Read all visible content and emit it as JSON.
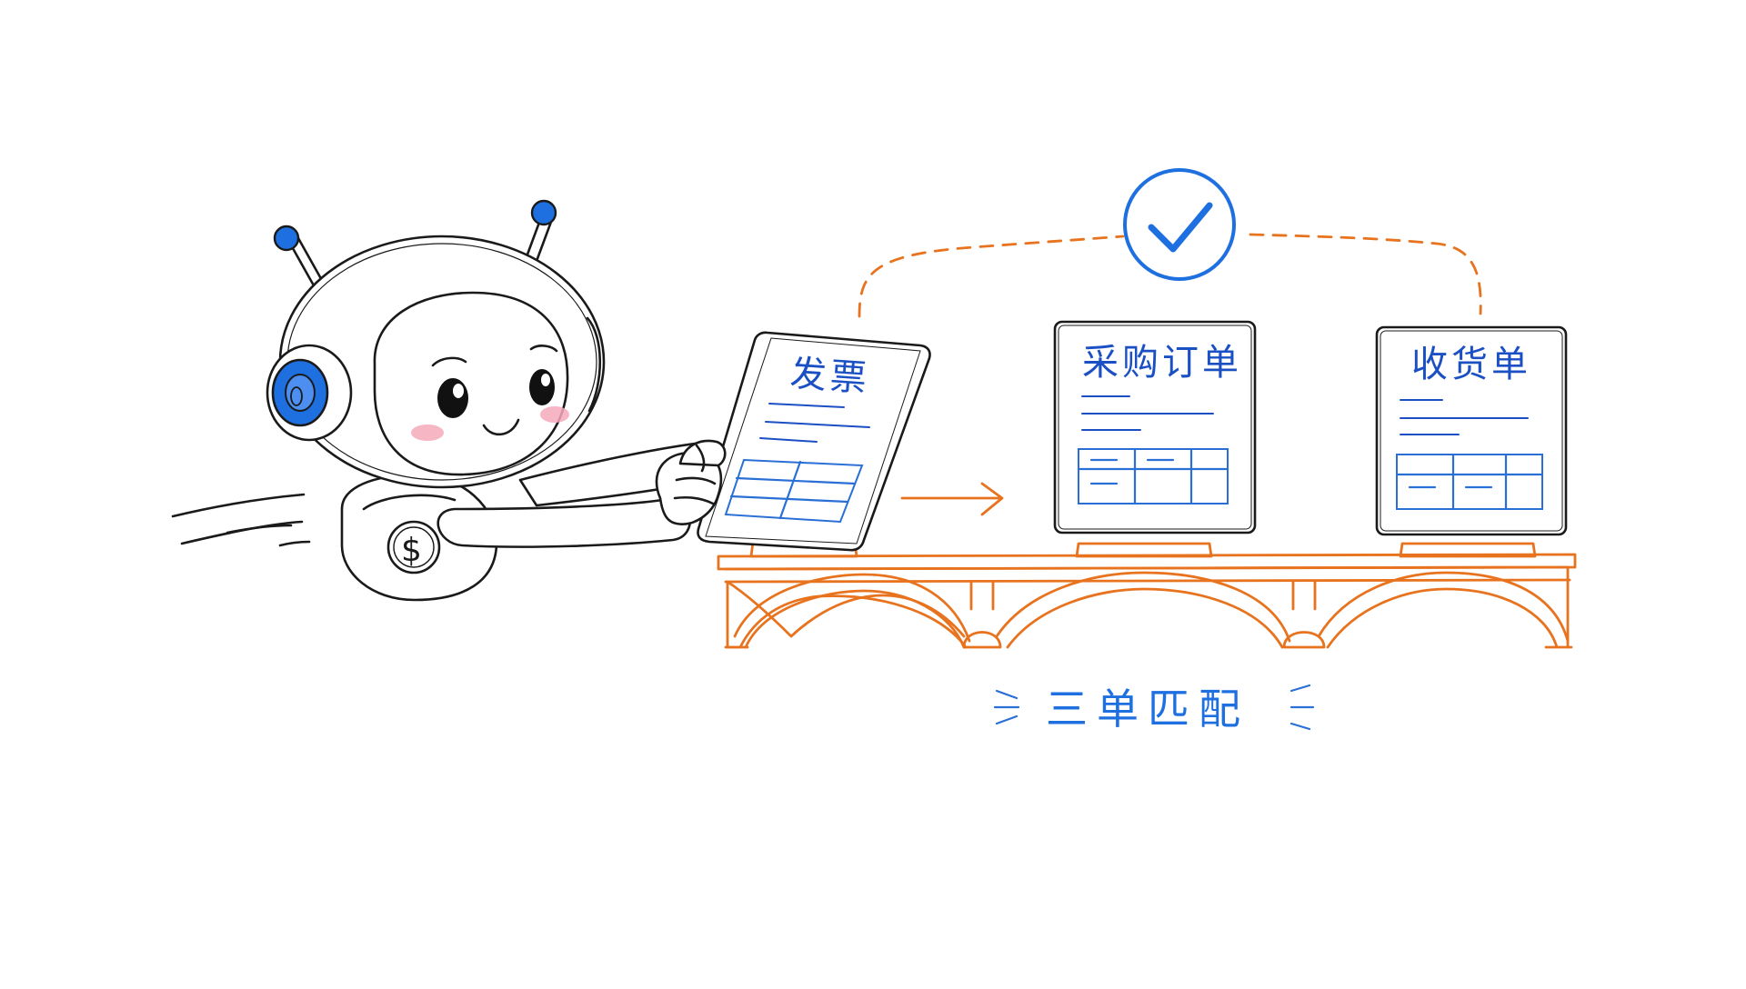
{
  "documents": {
    "invoice": {
      "title": "发票"
    },
    "purchase_order": {
      "title": "采购订单"
    },
    "receipt": {
      "title": "收货单"
    }
  },
  "caption": "三单匹配",
  "status_icon": "checkmark-circle-icon",
  "badge_icon": "dollar-icon",
  "colors": {
    "ink": "#1a1a1a",
    "accent_blue": "#1e6fe0",
    "document_text": "#1b4fc4",
    "bridge_orange": "#e8731e",
    "cheek_pink": "#f6a9b8"
  }
}
